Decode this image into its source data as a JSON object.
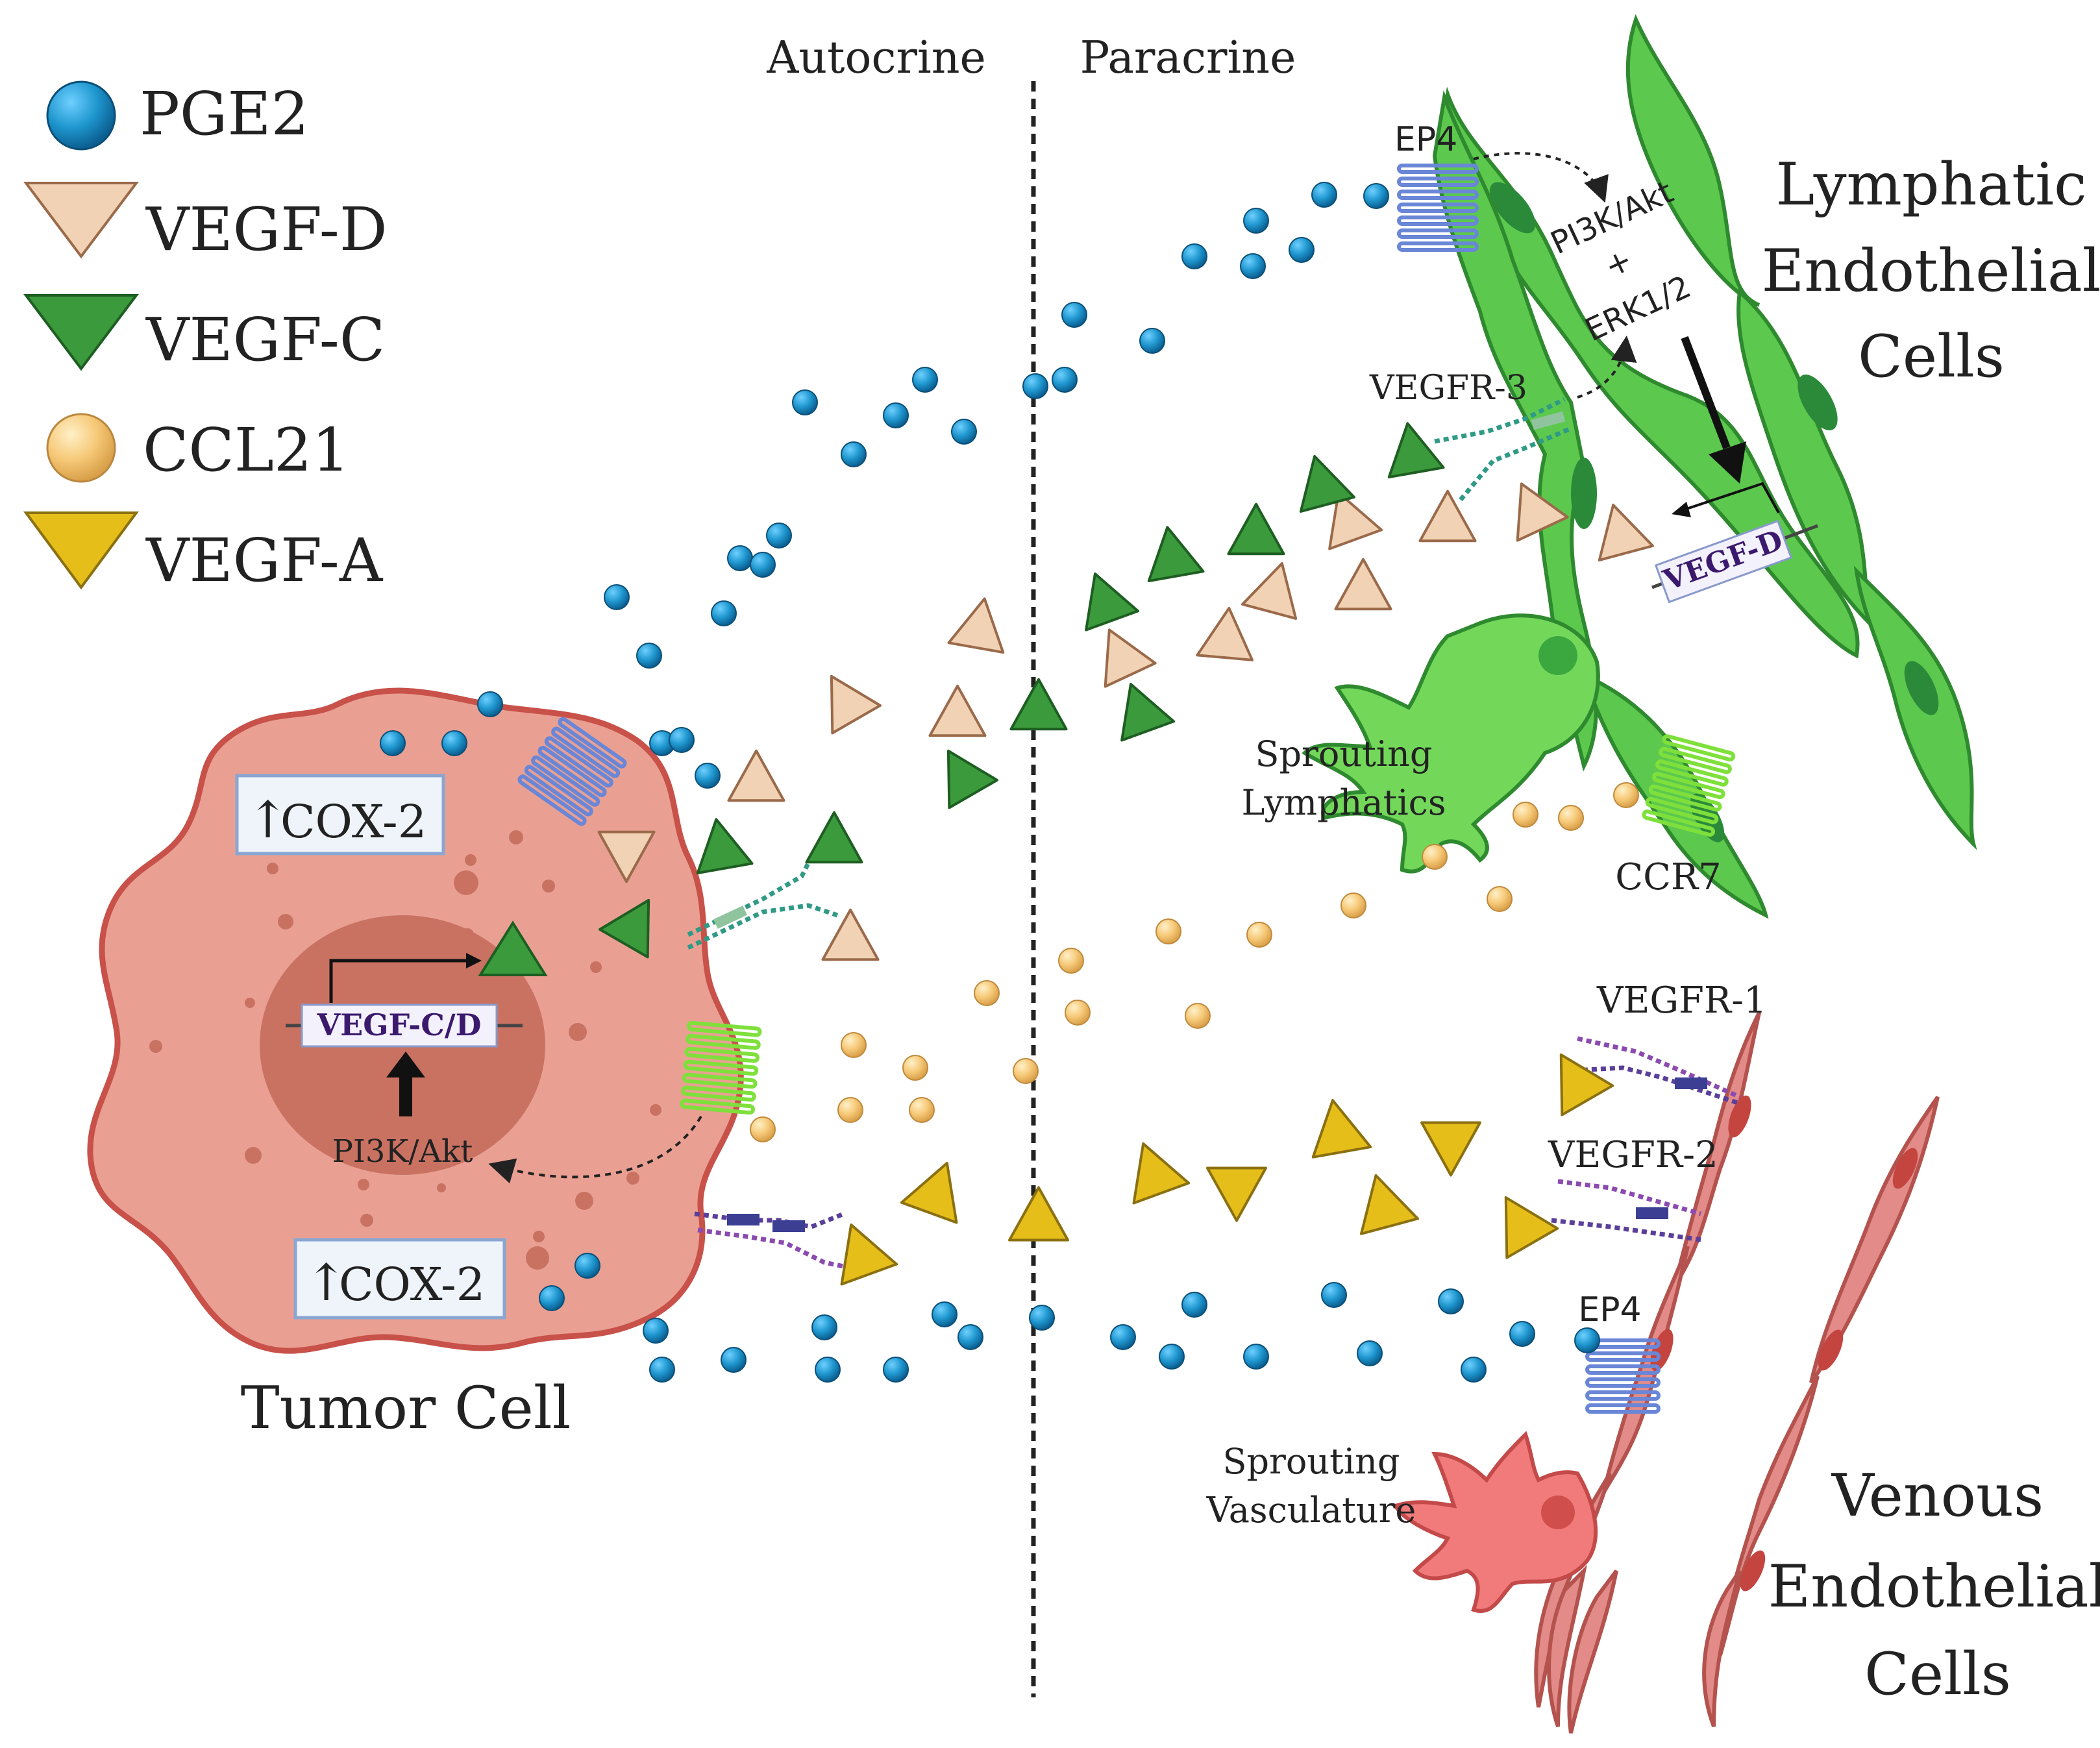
{
  "legend": [
    {
      "key": "pge2",
      "label": "PGE2",
      "shape": "sphere",
      "color": "#1f97cf"
    },
    {
      "key": "vegfd",
      "label": "VEGF-D",
      "shape": "triangle",
      "color": "#f1d2b4"
    },
    {
      "key": "vegfc",
      "label": "VEGF-C",
      "shape": "triangle",
      "color": "#3a9a3c"
    },
    {
      "key": "ccl21",
      "label": "CCL21",
      "shape": "sphere",
      "color": "#f5c77a"
    },
    {
      "key": "vegfa",
      "label": "VEGF-A",
      "shape": "triangle",
      "color": "#e6be1a"
    }
  ],
  "regions": {
    "autocrine": "Autocrine",
    "paracrine": "Paracrine"
  },
  "tumor": {
    "label": "Tumor Cell",
    "cox2_top": "COX-2",
    "cox2_bottom": "COX-2",
    "gene": "VEGF-C/D",
    "pathway": "PI3K/Akt"
  },
  "lymphatic": {
    "title_line1": "Lymphatic",
    "title_line2": "Endothelial",
    "title_line3": "Cells",
    "ep4": "EP4",
    "vegfr3": "VEGFR-3",
    "pathway_line1": "PI3K/Akt",
    "pathway_plus": "+",
    "pathway_line2": "ERK1/2",
    "gene": "VEGF-D",
    "sprout_line1": "Sprouting",
    "sprout_line2": "Lymphatics",
    "ccr7": "CCR7"
  },
  "venous": {
    "title_line1": "Venous",
    "title_line2": "Endothelial",
    "title_line3": "Cells",
    "vegfr1": "VEGFR-1",
    "vegfr2": "VEGFR-2",
    "ep4": "EP4",
    "sprout_line1": "Sprouting",
    "sprout_line2": "Vasculature"
  },
  "colors": {
    "tumor_body": "#e9a093",
    "tumor_edge": "#c8514a",
    "nucleus": "#c97262",
    "lymphatic": "#5cc94e",
    "lymphatic_nucleus": "#2a8a3a",
    "venous": "#e28b88",
    "venous_nucleus": "#c4443f",
    "receptor_blue": "#6a86d6",
    "receptor_green": "#7fe03c",
    "receptor_teal": "#2f9a86",
    "receptor_purple": "#8a4ab0"
  }
}
